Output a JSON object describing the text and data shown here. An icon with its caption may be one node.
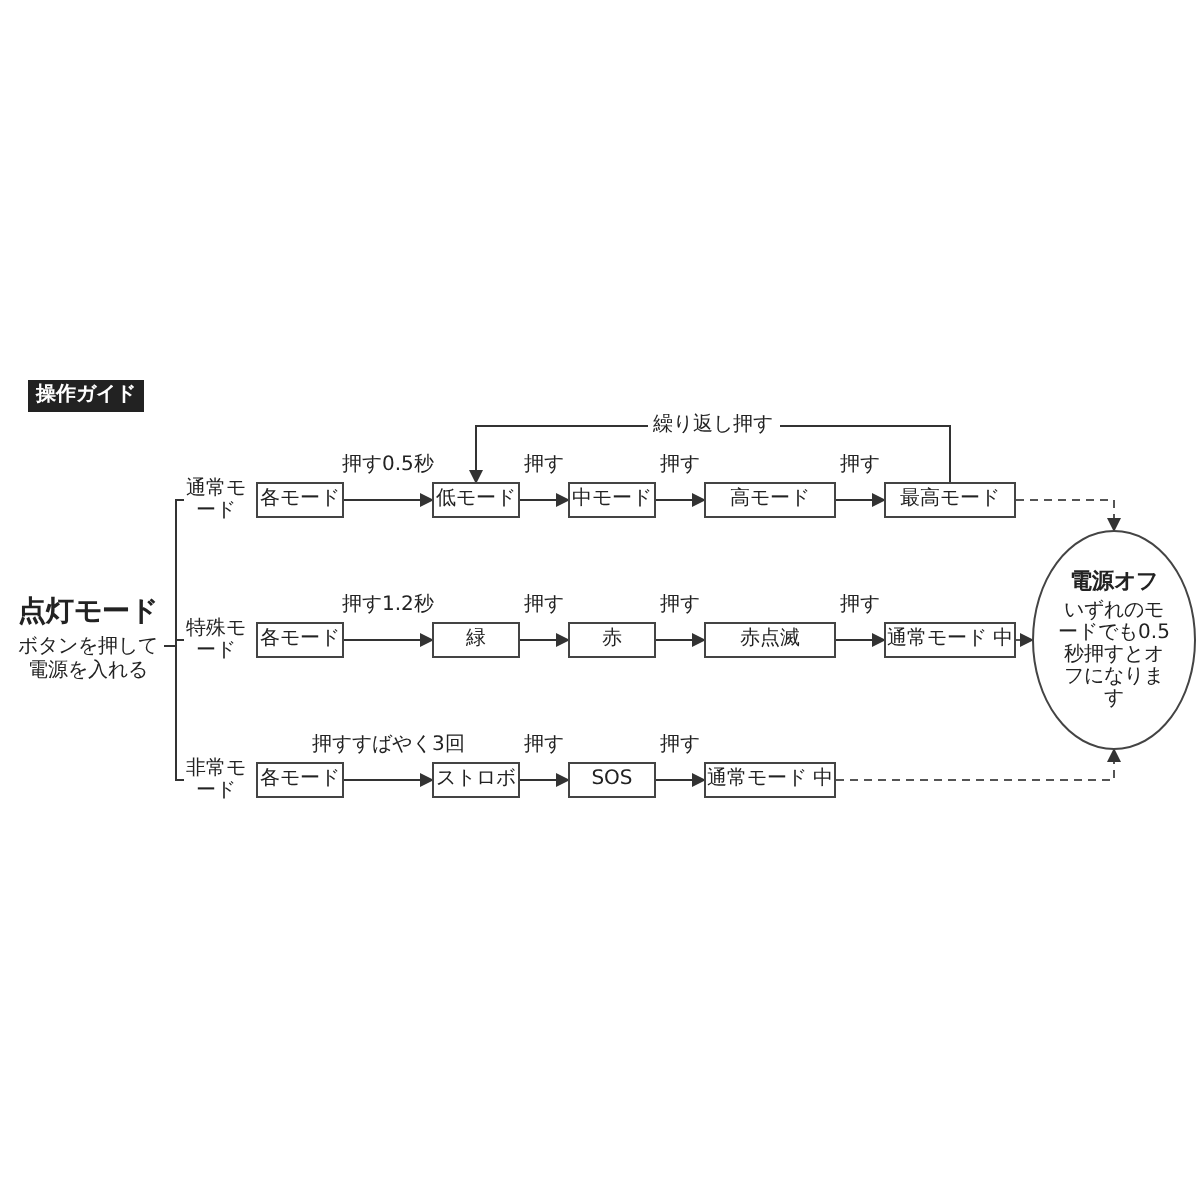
{
  "diagram": {
    "nodes": [
      {
        "text": [
          "操作ガイド"
        ]
      },
      {
        "text": [
          "点灯モード",
          "ボタンを押して電源を入れる"
        ]
      },
      {
        "text": [
          "通常モード"
        ]
      },
      {
        "text": [
          "各モード"
        ]
      },
      {
        "text": [
          "低モード"
        ]
      },
      {
        "text": [
          "中モード"
        ]
      },
      {
        "text": [
          "高モード"
        ]
      },
      {
        "text": [
          "最高モード"
        ]
      },
      {
        "text": [
          "特殊モード"
        ]
      },
      {
        "text": [
          "各モード"
        ]
      },
      {
        "text": [
          "緑"
        ]
      },
      {
        "text": [
          "赤"
        ]
      },
      {
        "text": [
          "赤点滅"
        ]
      },
      {
        "text": [
          "通常モード 中"
        ]
      },
      {
        "text": [
          "電源オフ",
          "いずれのモードでも0.5秒押すとオフになります"
        ]
      },
      {
        "text": [
          "非常モード"
        ]
      },
      {
        "text": [
          "各モード"
        ]
      },
      {
        "text": [
          "ストロボ"
        ]
      },
      {
        "text": [
          "SOS"
        ]
      },
      {
        "text": [
          "通常モード 中"
        ]
      }
    ],
    "edges": [
      {
        "from": 1,
        "to": 2,
        "arrow": "none"
      },
      {
        "from": 1,
        "to": 8,
        "arrow": "none"
      },
      {
        "from": 1,
        "to": 15,
        "arrow": "none"
      },
      {
        "from": 3,
        "to": 4,
        "arrow": "to",
        "label": "押す0.5秒"
      },
      {
        "from": 4,
        "to": 5,
        "arrow": "to",
        "label": "押す"
      },
      {
        "from": 5,
        "to": 6,
        "arrow": "to",
        "label": "押す"
      },
      {
        "from": 6,
        "to": 7,
        "arrow": "to",
        "label": "押す"
      },
      {
        "from": 7,
        "to": 4,
        "arrow": "to",
        "label": "繰り返し押す"
      },
      {
        "from": 7,
        "to": 14,
        "arrow": "to",
        "style": "dashed"
      },
      {
        "from": 9,
        "to": 10,
        "arrow": "to",
        "label": "押す1.2秒"
      },
      {
        "from": 10,
        "to": 11,
        "arrow": "to",
        "label": "押す"
      },
      {
        "from": 11,
        "to": 12,
        "arrow": "to",
        "label": "押す"
      },
      {
        "from": 12,
        "to": 13,
        "arrow": "to",
        "label": "押す"
      },
      {
        "from": 13,
        "to": 14,
        "arrow": "to",
        "style": "dashed"
      },
      {
        "from": 16,
        "to": 17,
        "arrow": "to",
        "label": "押すすばやく3回"
      },
      {
        "from": 17,
        "to": 18,
        "arrow": "to",
        "label": "押す"
      },
      {
        "from": 18,
        "to": 19,
        "arrow": "to",
        "label": "押す"
      },
      {
        "from": 19,
        "to": 14,
        "arrow": "to",
        "style": "dashed"
      }
    ]
  }
}
